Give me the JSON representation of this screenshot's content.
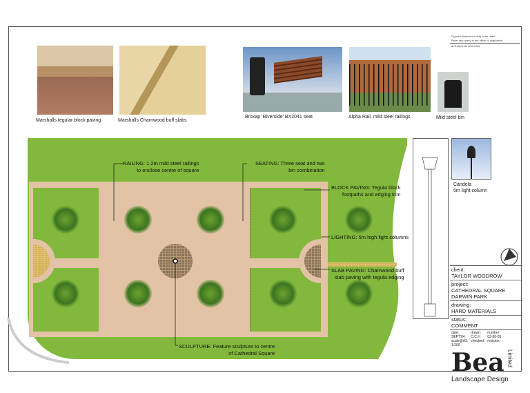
{
  "photos": [
    {
      "caption": "Marshalls tegular block paving"
    },
    {
      "caption": "Marshalls Charnwood buff slabs"
    },
    {
      "caption": "Broxap 'Riverside' BX2041 seat"
    },
    {
      "caption": "Alpha Rail, mild steel railings"
    },
    {
      "caption": "Mild steel bin"
    }
  ],
  "notes": {
    "line1": "Figured dimensions only to be used.",
    "line2": "Refer any query to the office of origination",
    "line3": "amendments and notes"
  },
  "labels": {
    "railing": [
      "RAILING: 1.2m mild steel railings",
      "to enclose centre of square"
    ],
    "seating": [
      "SEATING: Three seat and two",
      "bin combination"
    ],
    "block_paving": [
      "BLOCK PAVING: Tegula block",
      "footpaths and edging trim"
    ],
    "lighting": "LIGHTING: 5m high light columns",
    "slab_paving": [
      "SLAB PAVING: Charnwood buff",
      "slab paving with tegula edging"
    ],
    "sculpture": [
      "SCULPTURE: Feature sculpture to centre",
      "of Cathedral Square"
    ]
  },
  "lamp": {
    "caption": [
      "Candela",
      "5m light column"
    ]
  },
  "title_block": {
    "client_label": "client:",
    "client": "TAYLOR WOODROW",
    "project_label": "project:",
    "project": [
      "CATHEDRAL SQUARE",
      "DARWIN PARK"
    ],
    "drawing_label": "drawing:",
    "drawing": "HARD MATERIALS",
    "status_label": "status:",
    "status": "COMMENT",
    "date_label": "date:",
    "date": "SEPT'04",
    "drawn_label": "drawn:",
    "drawn": "C.C.H",
    "number_label": "number:",
    "number": "03-30-05",
    "scale_label": "scale@A3:",
    "scale": "1:200",
    "checked_label": "checked:",
    "revision_label": "revision:",
    "logo": "Bea",
    "logo_sub": "Landscape Design",
    "logo_limited": "Limited"
  },
  "colors": {
    "grass": "#7fb53a",
    "path": "#e2c3a6",
    "block": "#a08a6a",
    "slab": "#e0c070",
    "tree": "#3f7a1e"
  }
}
